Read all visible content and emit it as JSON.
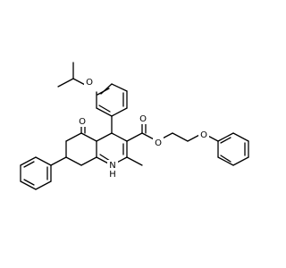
{
  "atoms": {
    "o_isopropoxy": "O",
    "o_ketone": "O",
    "o_ester_carbonyl": "O",
    "o_ester": "O",
    "o_phenoxy": "O",
    "nh": "N",
    "nh_h": "H"
  }
}
